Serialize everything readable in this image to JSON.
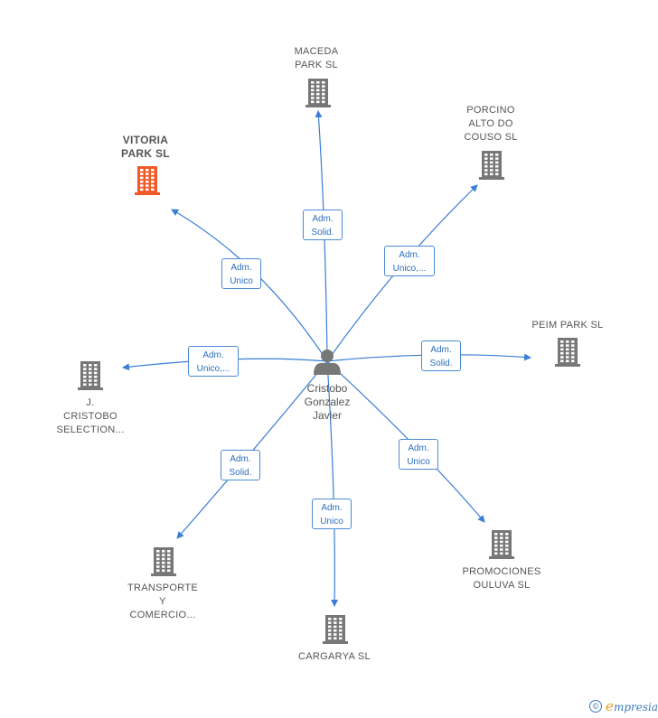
{
  "center": {
    "name": "Cristobo\nGonzalez\nJavier",
    "icon": "person-icon"
  },
  "colors": {
    "edge": "#3a7fd5",
    "building": "#777777",
    "highlight": "#f05a28"
  },
  "nodes": [
    {
      "id": "maceda",
      "label": "MACEDA\nPARK  SL",
      "highlight": false,
      "icon": "building-icon"
    },
    {
      "id": "porcino",
      "label": "PORCINO\nALTO DO\nCOUSO  SL",
      "highlight": false,
      "icon": "building-icon"
    },
    {
      "id": "vitoria",
      "label": "VITORIA\nPARK  SL",
      "highlight": true,
      "icon": "building-icon"
    },
    {
      "id": "peim",
      "label": "PEIM PARK  SL",
      "highlight": false,
      "icon": "building-icon"
    },
    {
      "id": "jcristobo",
      "label": "J.\nCRISTOBO\nSELECTION...",
      "highlight": false,
      "icon": "building-icon"
    },
    {
      "id": "transporte",
      "label": "TRANSPORTE\nY\nCOMERCIO...",
      "highlight": false,
      "icon": "building-icon"
    },
    {
      "id": "promociones",
      "label": "PROMOCIONES\nOULUVA  SL",
      "highlight": false,
      "icon": "building-icon"
    },
    {
      "id": "cargarya",
      "label": "CARGARYA  SL",
      "highlight": false,
      "icon": "building-icon"
    }
  ],
  "edges": [
    {
      "to": "maceda",
      "label": "Adm.\nSolid."
    },
    {
      "to": "porcino",
      "label": "Adm.\nUnico,..."
    },
    {
      "to": "vitoria",
      "label": "Adm.\nUnico"
    },
    {
      "to": "peim",
      "label": "Adm.\nSolid."
    },
    {
      "to": "jcristobo",
      "label": "Adm.\nUnico,..."
    },
    {
      "to": "transporte",
      "label": "Adm.\nSolid."
    },
    {
      "to": "promociones",
      "label": "Adm.\nUnico"
    },
    {
      "to": "cargarya",
      "label": "Adm.\nUnico"
    }
  ],
  "footer": {
    "copyright": "©",
    "brand_initial": "e",
    "brand_rest": "mpresia"
  }
}
